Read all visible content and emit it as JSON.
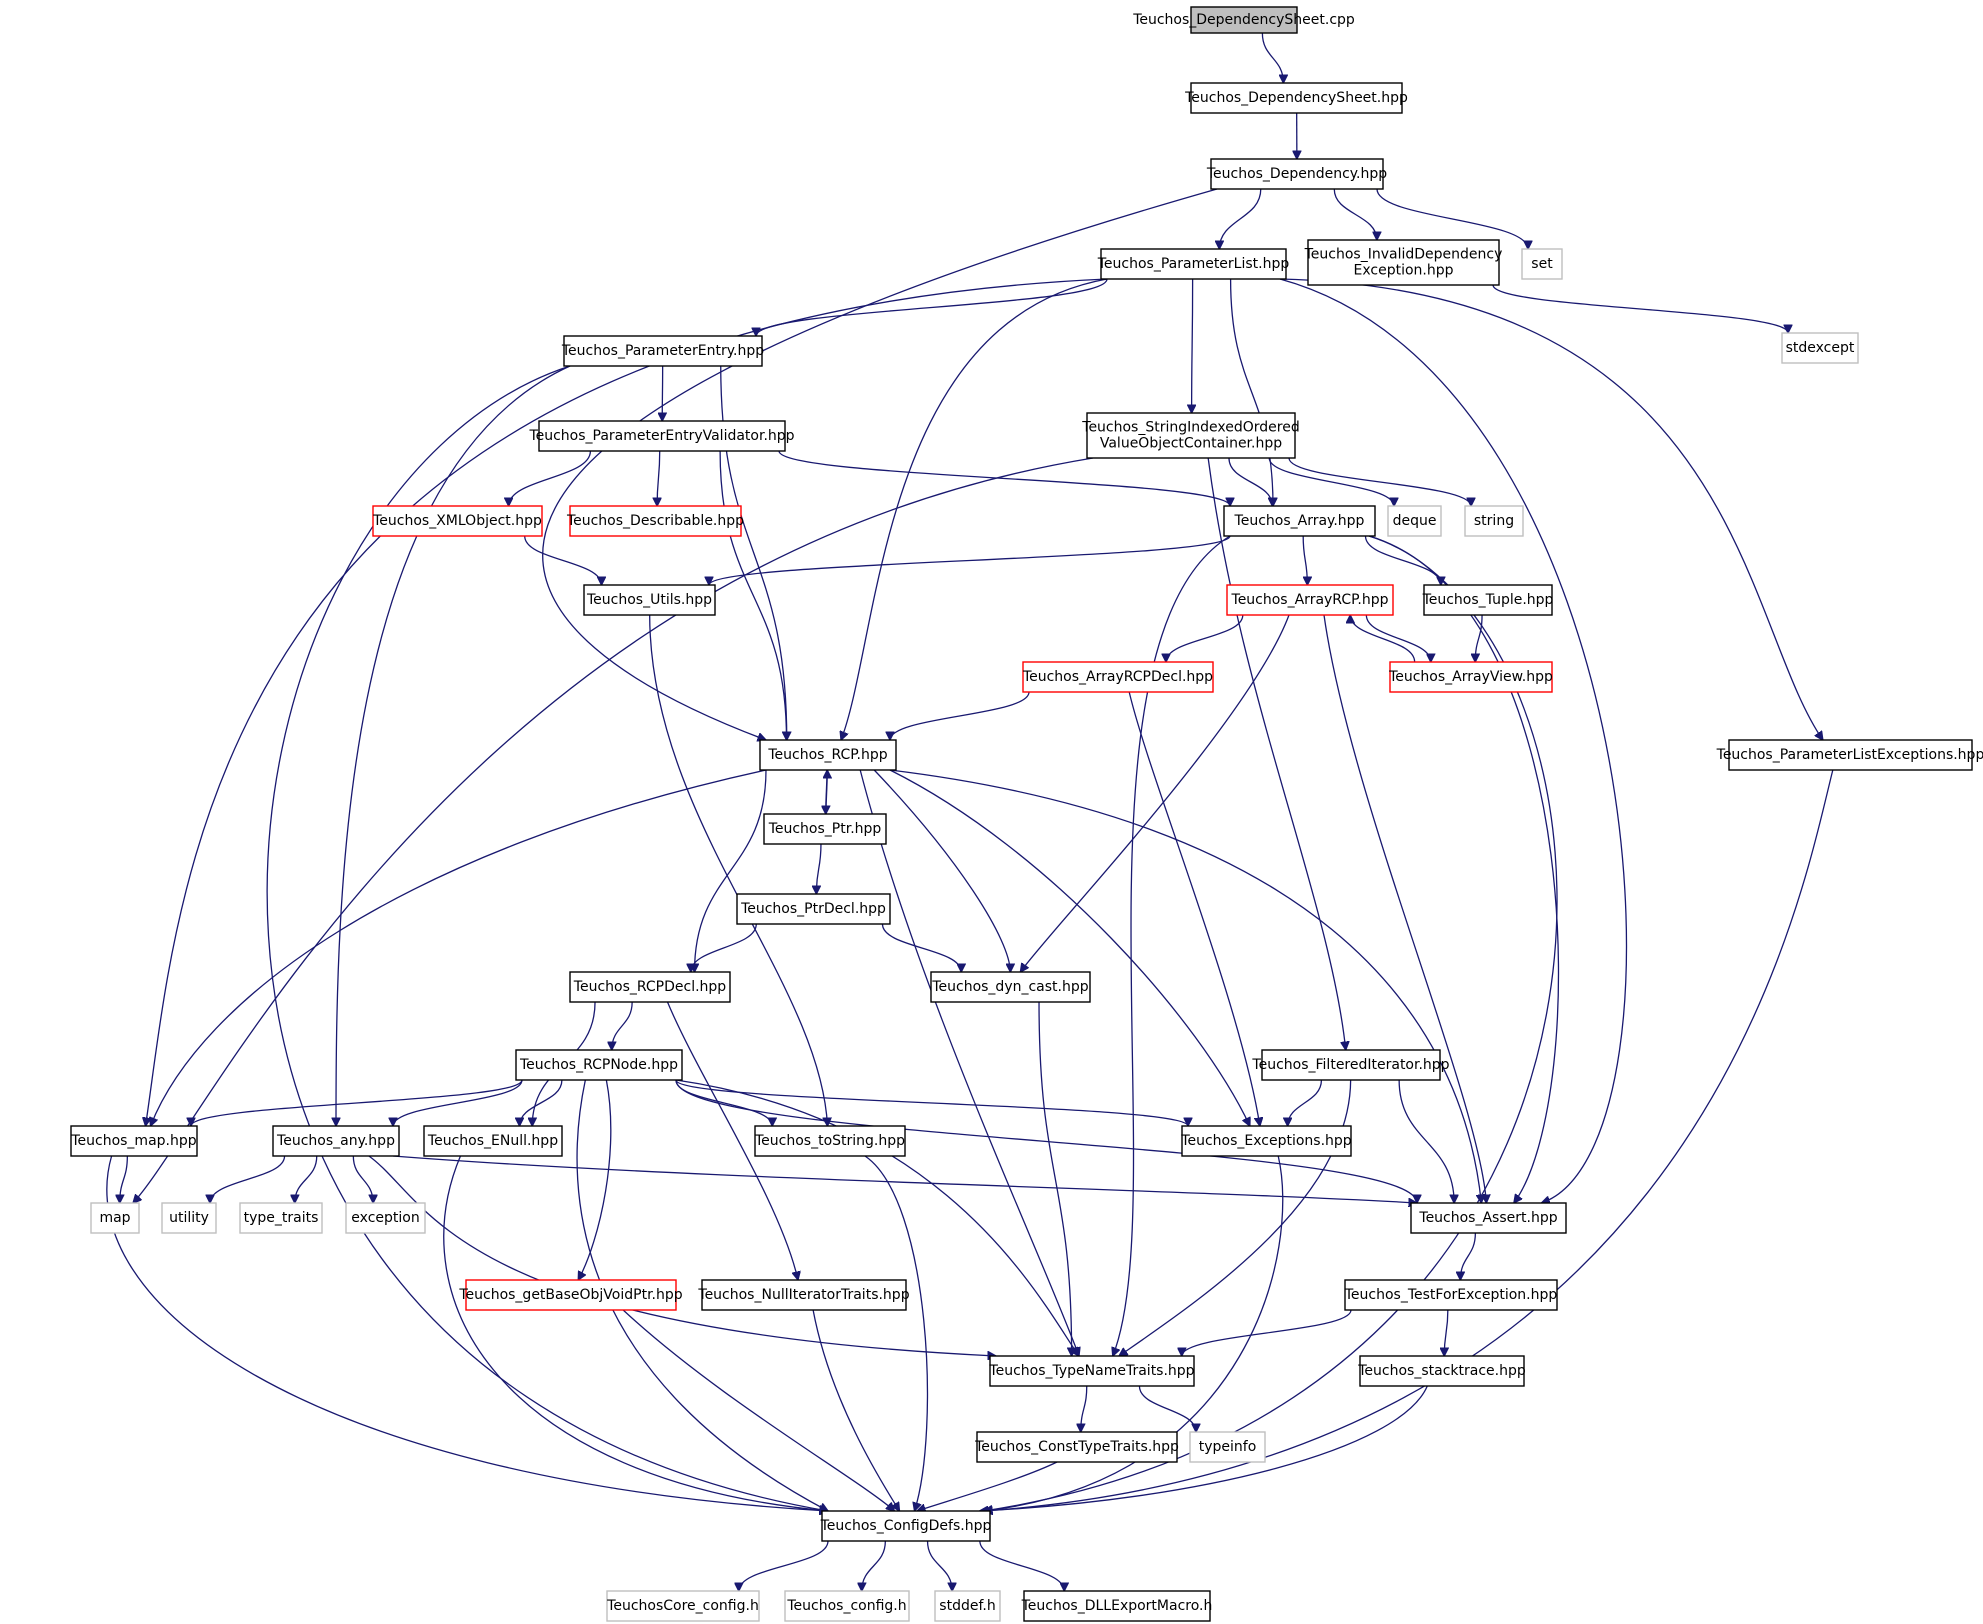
{
  "nodes": [
    {
      "id": "n0",
      "lines": [
        "Teuchos_DependencySheet.cpp"
      ],
      "style": "root"
    },
    {
      "id": "n1",
      "lines": [
        "Teuchos_DependencySheet.hpp"
      ],
      "style": "normal"
    },
    {
      "id": "n2",
      "lines": [
        "Teuchos_Dependency.hpp"
      ],
      "style": "normal"
    },
    {
      "id": "n3",
      "lines": [
        "Teuchos_ParameterList.hpp"
      ],
      "style": "normal"
    },
    {
      "id": "n4",
      "lines": [
        "Teuchos_InvalidDependency",
        "Exception.hpp"
      ],
      "style": "normal"
    },
    {
      "id": "n5",
      "lines": [
        "set"
      ],
      "style": "ext"
    },
    {
      "id": "n6",
      "lines": [
        "stdexcept"
      ],
      "style": "ext"
    },
    {
      "id": "n7",
      "lines": [
        "Teuchos_ParameterEntry.hpp"
      ],
      "style": "normal"
    },
    {
      "id": "n8",
      "lines": [
        "Teuchos_ParameterEntryValidator.hpp"
      ],
      "style": "normal"
    },
    {
      "id": "n9",
      "lines": [
        "Teuchos_StringIndexedOrdered",
        "ValueObjectContainer.hpp"
      ],
      "style": "normal"
    },
    {
      "id": "n10",
      "lines": [
        "Teuchos_XMLObject.hpp"
      ],
      "style": "red"
    },
    {
      "id": "n11",
      "lines": [
        "Teuchos_Describable.hpp"
      ],
      "style": "red"
    },
    {
      "id": "n12",
      "lines": [
        "Teuchos_Array.hpp"
      ],
      "style": "normal"
    },
    {
      "id": "n13",
      "lines": [
        "deque"
      ],
      "style": "ext"
    },
    {
      "id": "n14",
      "lines": [
        "string"
      ],
      "style": "ext"
    },
    {
      "id": "n15",
      "lines": [
        "Teuchos_Utils.hpp"
      ],
      "style": "normal"
    },
    {
      "id": "n16",
      "lines": [
        "Teuchos_ArrayRCP.hpp"
      ],
      "style": "red"
    },
    {
      "id": "n17",
      "lines": [
        "Teuchos_Tuple.hpp"
      ],
      "style": "normal"
    },
    {
      "id": "n18",
      "lines": [
        "Teuchos_ArrayRCPDecl.hpp"
      ],
      "style": "red"
    },
    {
      "id": "n19",
      "lines": [
        "Teuchos_ArrayView.hpp"
      ],
      "style": "red"
    },
    {
      "id": "n20",
      "lines": [
        "Teuchos_RCP.hpp"
      ],
      "style": "normal"
    },
    {
      "id": "n21",
      "lines": [
        "Teuchos_ParameterListExceptions.hpp"
      ],
      "style": "normal"
    },
    {
      "id": "n22",
      "lines": [
        "Teuchos_Ptr.hpp"
      ],
      "style": "normal"
    },
    {
      "id": "n23",
      "lines": [
        "Teuchos_PtrDecl.hpp"
      ],
      "style": "normal"
    },
    {
      "id": "n24",
      "lines": [
        "Teuchos_RCPDecl.hpp"
      ],
      "style": "normal"
    },
    {
      "id": "n25",
      "lines": [
        "Teuchos_dyn_cast.hpp"
      ],
      "style": "normal"
    },
    {
      "id": "n26",
      "lines": [
        "Teuchos_RCPNode.hpp"
      ],
      "style": "normal"
    },
    {
      "id": "n27",
      "lines": [
        "Teuchos_FilteredIterator.hpp"
      ],
      "style": "normal"
    },
    {
      "id": "n28",
      "lines": [
        "Teuchos_map.hpp"
      ],
      "style": "normal"
    },
    {
      "id": "n29",
      "lines": [
        "Teuchos_any.hpp"
      ],
      "style": "normal"
    },
    {
      "id": "n30",
      "lines": [
        "Teuchos_ENull.hpp"
      ],
      "style": "normal"
    },
    {
      "id": "n31",
      "lines": [
        "Teuchos_toString.hpp"
      ],
      "style": "normal"
    },
    {
      "id": "n32",
      "lines": [
        "Teuchos_Exceptions.hpp"
      ],
      "style": "normal"
    },
    {
      "id": "n33",
      "lines": [
        "map"
      ],
      "style": "ext"
    },
    {
      "id": "n34",
      "lines": [
        "utility"
      ],
      "style": "ext"
    },
    {
      "id": "n35",
      "lines": [
        "type_traits"
      ],
      "style": "ext"
    },
    {
      "id": "n36",
      "lines": [
        "exception"
      ],
      "style": "ext"
    },
    {
      "id": "n37",
      "lines": [
        "Teuchos_Assert.hpp"
      ],
      "style": "normal"
    },
    {
      "id": "n38",
      "lines": [
        "Teuchos_getBaseObjVoidPtr.hpp"
      ],
      "style": "red"
    },
    {
      "id": "n39",
      "lines": [
        "Teuchos_NullIteratorTraits.hpp"
      ],
      "style": "normal"
    },
    {
      "id": "n40",
      "lines": [
        "Teuchos_TestForException.hpp"
      ],
      "style": "normal"
    },
    {
      "id": "n41",
      "lines": [
        "Teuchos_TypeNameTraits.hpp"
      ],
      "style": "normal"
    },
    {
      "id": "n42",
      "lines": [
        "Teuchos_stacktrace.hpp"
      ],
      "style": "normal"
    },
    {
      "id": "n43",
      "lines": [
        "Teuchos_ConstTypeTraits.hpp"
      ],
      "style": "normal"
    },
    {
      "id": "n44",
      "lines": [
        "typeinfo"
      ],
      "style": "ext"
    },
    {
      "id": "n45",
      "lines": [
        "Teuchos_ConfigDefs.hpp"
      ],
      "style": "normal"
    },
    {
      "id": "n46",
      "lines": [
        "TeuchosCore_config.h"
      ],
      "style": "ext"
    },
    {
      "id": "n47",
      "lines": [
        "Teuchos_config.h"
      ],
      "style": "ext"
    },
    {
      "id": "n48",
      "lines": [
        "stddef.h"
      ],
      "style": "ext"
    },
    {
      "id": "n49",
      "lines": [
        "Teuchos_DLLExportMacro.h"
      ],
      "style": "normal"
    }
  ],
  "edges": [
    [
      "n0",
      "n1"
    ],
    [
      "n1",
      "n2"
    ],
    [
      "n2",
      "n3"
    ],
    [
      "n2",
      "n4"
    ],
    [
      "n2",
      "n5"
    ],
    [
      "n2",
      "n20"
    ],
    [
      "n3",
      "n7"
    ],
    [
      "n3",
      "n9"
    ],
    [
      "n3",
      "n12"
    ],
    [
      "n3",
      "n20"
    ],
    [
      "n3",
      "n21"
    ],
    [
      "n3",
      "n28"
    ],
    [
      "n3",
      "n37"
    ],
    [
      "n4",
      "n6"
    ],
    [
      "n7",
      "n8"
    ],
    [
      "n7",
      "n20"
    ],
    [
      "n7",
      "n29"
    ],
    [
      "n7",
      "n45"
    ],
    [
      "n8",
      "n10"
    ],
    [
      "n8",
      "n11"
    ],
    [
      "n8",
      "n12"
    ],
    [
      "n8",
      "n20"
    ],
    [
      "n9",
      "n12"
    ],
    [
      "n9",
      "n13"
    ],
    [
      "n9",
      "n14"
    ],
    [
      "n9",
      "n27"
    ],
    [
      "n9",
      "n33"
    ],
    [
      "n10",
      "n15"
    ],
    [
      "n12",
      "n15"
    ],
    [
      "n12",
      "n16"
    ],
    [
      "n12",
      "n17"
    ],
    [
      "n12",
      "n37"
    ],
    [
      "n12",
      "n41"
    ],
    [
      "n12",
      "n45"
    ],
    [
      "n15",
      "n31"
    ],
    [
      "n16",
      "n18"
    ],
    [
      "n16",
      "n19"
    ],
    [
      "n16",
      "n25"
    ],
    [
      "n16",
      "n37"
    ],
    [
      "n17",
      "n19"
    ],
    [
      "n19",
      "n16"
    ],
    [
      "n18",
      "n20"
    ],
    [
      "n18",
      "n32"
    ],
    [
      "n20",
      "n22"
    ],
    [
      "n20",
      "n24"
    ],
    [
      "n20",
      "n25"
    ],
    [
      "n20",
      "n28"
    ],
    [
      "n20",
      "n32"
    ],
    [
      "n20",
      "n37"
    ],
    [
      "n20",
      "n41"
    ],
    [
      "n21",
      "n45"
    ],
    [
      "n22",
      "n20"
    ],
    [
      "n22",
      "n23"
    ],
    [
      "n23",
      "n24"
    ],
    [
      "n23",
      "n25"
    ],
    [
      "n24",
      "n26"
    ],
    [
      "n24",
      "n30"
    ],
    [
      "n24",
      "n39"
    ],
    [
      "n25",
      "n41"
    ],
    [
      "n26",
      "n28"
    ],
    [
      "n26",
      "n29"
    ],
    [
      "n26",
      "n30"
    ],
    [
      "n26",
      "n31"
    ],
    [
      "n26",
      "n32"
    ],
    [
      "n26",
      "n37"
    ],
    [
      "n26",
      "n38"
    ],
    [
      "n26",
      "n41"
    ],
    [
      "n26",
      "n45"
    ],
    [
      "n27",
      "n32"
    ],
    [
      "n27",
      "n37"
    ],
    [
      "n27",
      "n41"
    ],
    [
      "n28",
      "n33"
    ],
    [
      "n28",
      "n45"
    ],
    [
      "n29",
      "n34"
    ],
    [
      "n29",
      "n35"
    ],
    [
      "n29",
      "n36"
    ],
    [
      "n29",
      "n37"
    ],
    [
      "n29",
      "n41"
    ],
    [
      "n30",
      "n45"
    ],
    [
      "n31",
      "n45"
    ],
    [
      "n32",
      "n45"
    ],
    [
      "n37",
      "n40"
    ],
    [
      "n38",
      "n45"
    ],
    [
      "n39",
      "n45"
    ],
    [
      "n40",
      "n41"
    ],
    [
      "n40",
      "n42"
    ],
    [
      "n41",
      "n43"
    ],
    [
      "n41",
      "n44"
    ],
    [
      "n42",
      "n45"
    ],
    [
      "n43",
      "n45"
    ],
    [
      "n45",
      "n46"
    ],
    [
      "n45",
      "n47"
    ],
    [
      "n45",
      "n48"
    ],
    [
      "n45",
      "n49"
    ]
  ]
}
